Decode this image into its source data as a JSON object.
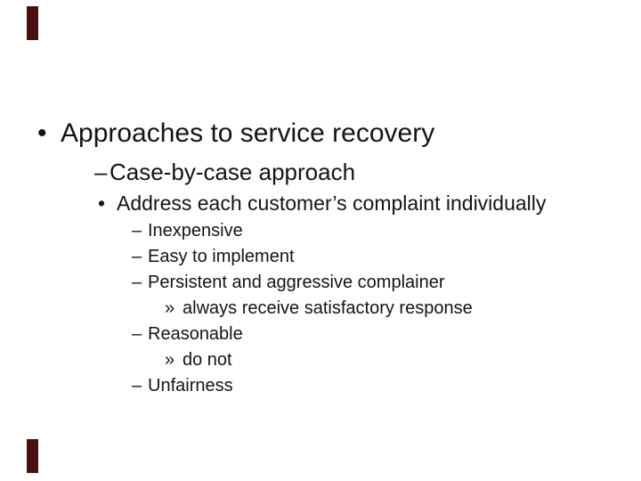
{
  "slide": {
    "background_color": "#ffffff",
    "accent_color": "#4a1113",
    "text_color": "#141414"
  },
  "content": {
    "lines": [
      {
        "level": 1,
        "marker": "•",
        "text": "Approaches to service recovery"
      },
      {
        "level": 2,
        "marker": "–",
        "text": "Case-by-case approach"
      },
      {
        "level": 3,
        "marker": "•",
        "text": "Address each customer’s complaint individually"
      },
      {
        "level": 4,
        "marker": "–",
        "text": "Inexpensive"
      },
      {
        "level": 4,
        "marker": "–",
        "text": "Easy to implement"
      },
      {
        "level": 4,
        "marker": "–",
        "text": "Persistent and aggressive complainer"
      },
      {
        "level": 5,
        "marker": "»",
        "text": "always receive satisfactory response"
      },
      {
        "level": 4,
        "marker": "–",
        "text": "Reasonable"
      },
      {
        "level": 5,
        "marker": "»",
        "text": "do not"
      },
      {
        "level": 4,
        "marker": "–",
        "text": "Unfairness"
      }
    ]
  }
}
